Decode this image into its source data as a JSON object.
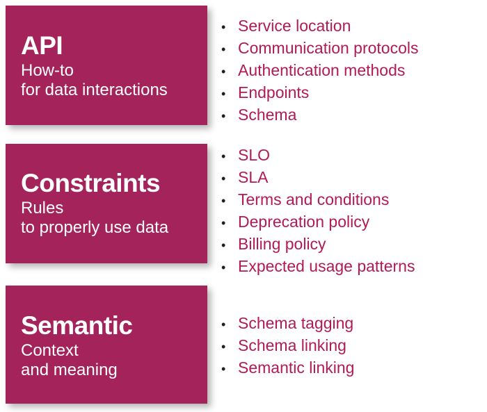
{
  "accent_color": "#a3235a",
  "bullet_text_color": "#b21a55",
  "bullet_dot_color": "#231f20",
  "card_text_color": "#ffffff",
  "bullet_glyph": "•",
  "blocks": [
    {
      "id": "api",
      "title": "API",
      "subtitle_line1": "How-to",
      "subtitle_line2": "for data interactions",
      "bullets": [
        "Service location",
        "Communication protocols",
        "Authentication methods",
        "Endpoints",
        "Schema"
      ]
    },
    {
      "id": "constraints",
      "title": "Constraints",
      "subtitle_line1": "Rules",
      "subtitle_line2": "to properly use data",
      "bullets": [
        "SLO",
        "SLA",
        "Terms and conditions",
        "Deprecation policy",
        "Billing policy",
        "Expected usage patterns"
      ]
    },
    {
      "id": "semantic",
      "title": "Semantic",
      "subtitle_line1": "Context",
      "subtitle_line2": "and meaning",
      "bullets": [
        "Schema tagging",
        "Schema linking",
        "Semantic linking"
      ]
    }
  ]
}
